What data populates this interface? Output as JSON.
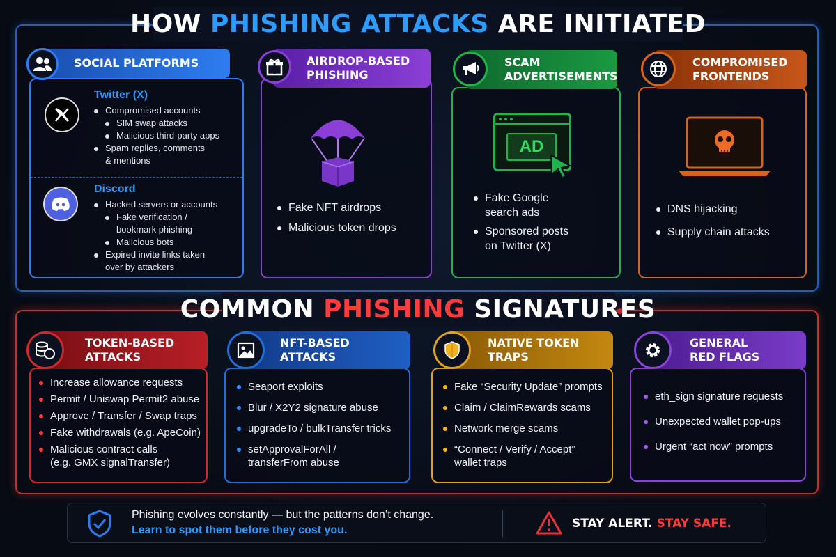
{
  "top_section": {
    "title_part1": "HOW ",
    "title_part2": "PHISHING ATTACKS",
    "title_part3": " ARE INITIATED",
    "cards": {
      "social": {
        "title": "SOCIAL PLATFORMS",
        "twitter_name": "Twitter (X)",
        "twitter_items": [
          "Compromised accounts",
          "SIM swap attacks",
          "Malicious third-party apps",
          "Spam replies, comments",
          "& mentions"
        ],
        "discord_name": "Discord",
        "discord_items": [
          "Hacked servers or accounts",
          "Fake verification /",
          "bookmark phishing",
          "Malicious bots",
          "Expired invite links taken",
          "over by attackers"
        ]
      },
      "airdrop": {
        "title_line1": "AIRDROP-BASED",
        "title_line2": "PHISHING",
        "items": [
          "Fake NFT airdrops",
          "Malicious token drops"
        ]
      },
      "scam_ads": {
        "title_line1": "SCAM",
        "title_line2": "ADVERTISEMENTS",
        "ad_label": "AD",
        "items": [
          "Fake Google",
          "search ads",
          "Sponsored posts",
          "on Twitter (X)"
        ]
      },
      "frontends": {
        "title_line1": "COMPROMISED",
        "title_line2": "FRONTENDS",
        "items": [
          "DNS hijacking",
          "Supply chain attacks"
        ]
      }
    }
  },
  "bottom_section": {
    "title_part1": "COMMON ",
    "title_part2": "PHISHING",
    "title_part3": " SIGNATURES",
    "cards": {
      "token": {
        "title_line1": "TOKEN-BASED",
        "title_line2": "ATTACKS",
        "items": [
          "Increase allowance requests",
          "Permit / Uniswap Permit2 abuse",
          "Approve / Transfer / Swap traps",
          "Fake withdrawals (e.g. ApeCoin)",
          "Malicious contract calls",
          "(e.g. GMX signalTransfer)"
        ]
      },
      "nft": {
        "title_line1": "NFT-BASED",
        "title_line2": "ATTACKS",
        "items": [
          "Seaport exploits",
          "Blur / X2Y2 signature abuse",
          "upgradeTo / bulkTransfer tricks",
          "setApprovalForAll /",
          "transferFrom abuse"
        ]
      },
      "native": {
        "title_line1": "NATIVE TOKEN",
        "title_line2": "TRAPS",
        "items": [
          "Fake “Security Update” prompts",
          "Claim / ClaimRewards scams",
          "Network merge scams",
          "“Connect / Verify / Accept”",
          "wallet traps"
        ]
      },
      "general": {
        "title_line1": "GENERAL",
        "title_line2": "RED FLAGS",
        "items": [
          "eth_sign signature requests",
          "Unexpected wallet pop-ups",
          "Urgent “act now” prompts"
        ]
      }
    }
  },
  "footer": {
    "line1": "Phishing evolves constantly — but the patterns don’t change.",
    "line2": "Learn to spot them before they cost you.",
    "alert_part1": "STAY ALERT. ",
    "alert_part2": "STAY SAFE."
  },
  "colors": {
    "blue": "#2e7df0",
    "purple": "#8b3fd6",
    "green": "#1fb34a",
    "orange": "#d8631b",
    "red": "#d4262c",
    "nft_blue": "#1f6fd8",
    "gold": "#e0a21a",
    "violet": "#8a45d8"
  }
}
